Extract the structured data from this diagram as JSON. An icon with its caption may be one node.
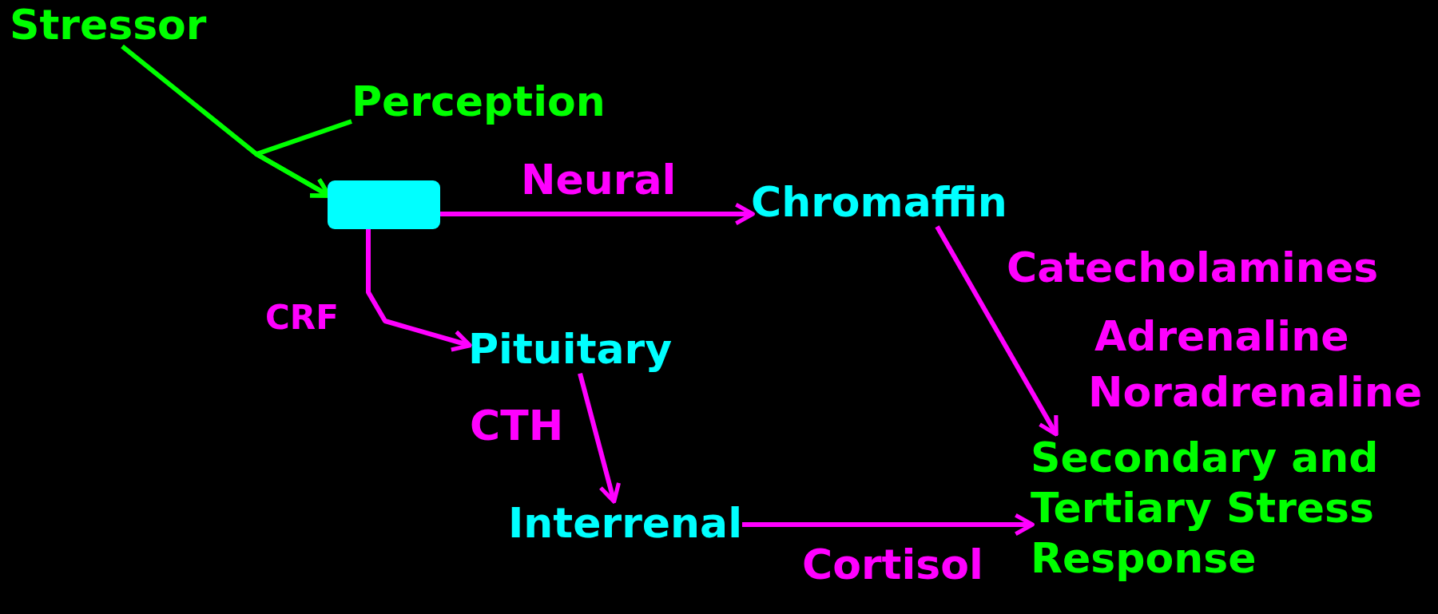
{
  "diagram": {
    "nodes": [
      {
        "text": [
          "Stressor"
        ]
      },
      {
        "text": [
          "Perception"
        ]
      },
      {
        "text": [],
        "shape": "box"
      },
      {
        "text": [
          "Chromaffin"
        ]
      },
      {
        "text": [
          "Pituitary"
        ]
      },
      {
        "text": [
          "Interrenal"
        ]
      },
      {
        "text": [
          "Secondary and Tertiary Stress Response"
        ]
      }
    ],
    "edges": [
      {
        "from": 0,
        "to": 2,
        "arrow": "to",
        "color": "#00ff00"
      },
      {
        "from": 1,
        "to": 2,
        "arrow": "to",
        "color": "#00ff00"
      },
      {
        "from": 2,
        "to": 3,
        "arrow": "to",
        "label": "Neural"
      },
      {
        "from": 2,
        "to": 4,
        "arrow": "to",
        "label": "CRF"
      },
      {
        "from": 4,
        "to": 5,
        "arrow": "to",
        "label": "CTH"
      },
      {
        "from": 3,
        "to": 6,
        "arrow": "to",
        "label": "Catecholamines"
      },
      {
        "from": 5,
        "to": 6,
        "arrow": "to",
        "label": "Cortisol"
      }
    ],
    "labels": [
      "Adrenaline",
      "Noradrenaline"
    ]
  }
}
